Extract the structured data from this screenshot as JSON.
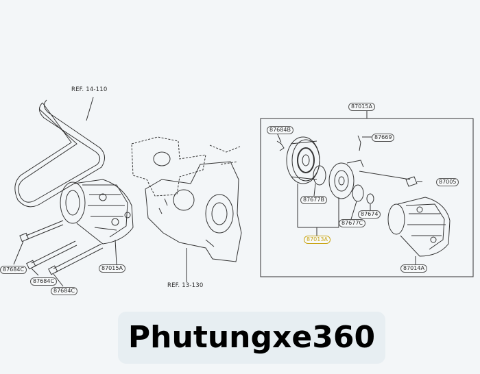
{
  "references": {
    "ref_14_110": "REF. 14-110",
    "ref_13_130": "REF. 13-130"
  },
  "parts": {
    "p87684C_1": "87684C",
    "p87684C_2": "87684C",
    "p87684C_3": "87684C",
    "p87015A_left": "87015A",
    "p87015A_box": "87015A",
    "p87684B": "87684B",
    "p87669": "87669",
    "p87005": "87005",
    "p87677B": "87677B",
    "p87674": "87674",
    "p87677C": "87677C",
    "p87013A": "87013A",
    "p87014A": "87014A"
  },
  "watermark": "Phutungxe360",
  "colors": {
    "background": "#f3f6f8",
    "line": "#333333",
    "highlight": "#c9a514",
    "banner": "#e7eef2"
  }
}
